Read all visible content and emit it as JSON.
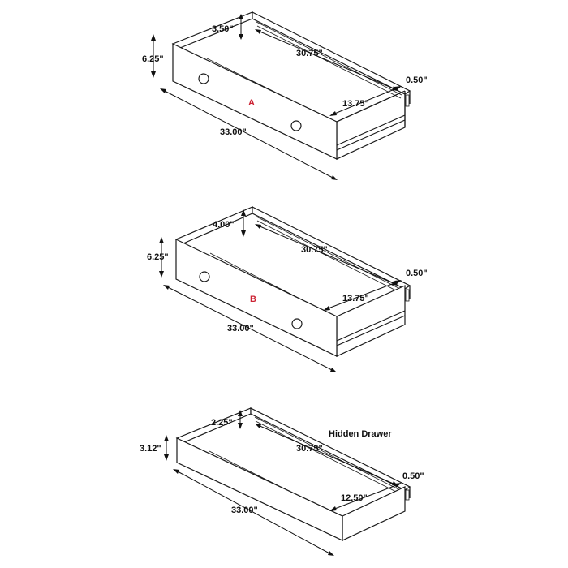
{
  "drawers": [
    {
      "tag": "A",
      "dims": {
        "height": "6.25\"",
        "depth": "3.50\"",
        "length": "30.75\"",
        "thickness": "0.50\"",
        "width": "13.75\"",
        "front": "33.00\""
      }
    },
    {
      "tag": "B",
      "dims": {
        "height": "6.25\"",
        "depth": "4.00\"",
        "length": "30.75\"",
        "thickness": "0.50\"",
        "width": "13.75\"",
        "front": "33.00\""
      }
    },
    {
      "title": "Hidden Drawer",
      "dims": {
        "height": "3.12\"",
        "depth": "2.25\"",
        "length": "30.75\"",
        "thickness": "0.50\"",
        "width": "12.50\"",
        "front": "33.00\""
      }
    }
  ],
  "colors": {
    "line": "#1a1a1a",
    "tag": "#cc2233",
    "background": "#ffffff"
  },
  "icons": {
    "knob": "knob-icon",
    "arrow": "dimension-arrow"
  }
}
